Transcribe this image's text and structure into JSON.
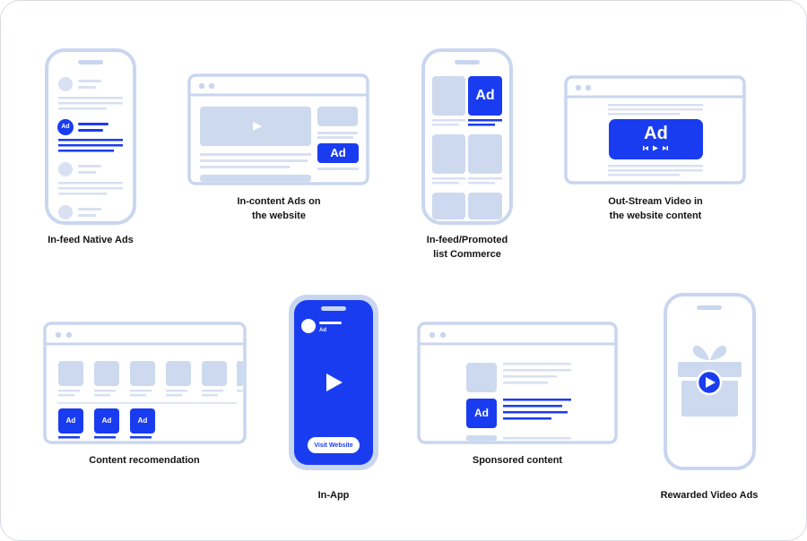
{
  "colors": {
    "outline": "#c9d6ef",
    "fill": "#cdd9ee",
    "line": "#d8e0f1",
    "accent": "#1a3cf0",
    "text": "#141414"
  },
  "ad_label": "Ad",
  "formats": [
    {
      "id": "in-feed-native",
      "caption_lines": [
        "In-feed Native Ads"
      ]
    },
    {
      "id": "in-content",
      "caption_lines": [
        "In-content Ads on",
        "the website"
      ]
    },
    {
      "id": "in-feed-promoted",
      "caption_lines": [
        "In-feed/Promoted",
        "list Commerce"
      ]
    },
    {
      "id": "out-stream",
      "caption_lines": [
        "Out-Stream Video in",
        "the website content"
      ]
    },
    {
      "id": "content-recommendation",
      "caption_lines": [
        "Content recomendation"
      ]
    },
    {
      "id": "in-app",
      "caption_lines": [
        "In-App"
      ],
      "button_label": "Visit Website"
    },
    {
      "id": "sponsored",
      "caption_lines": [
        "Sponsored content"
      ]
    },
    {
      "id": "rewarded-video",
      "caption_lines": [
        "Rewarded Video Ads"
      ]
    }
  ],
  "icons": [
    "play-icon",
    "media-controls-icon",
    "gift-icon"
  ]
}
